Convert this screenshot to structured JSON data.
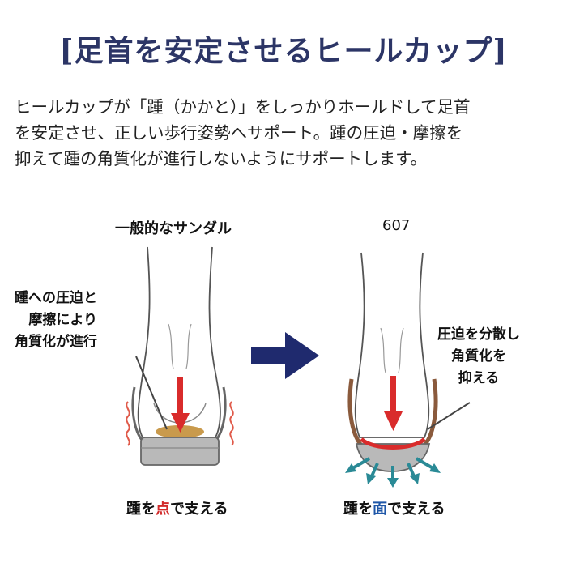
{
  "title": "[足首を安定させるヒールカップ]",
  "description": [
    "ヒールカップが「踵（かかと）」をしっかりホールドして足首",
    "を安定させ、正しい歩行姿勢へサポート。踵の圧迫・摩擦を",
    "抑えて踵の角質化が進行しないようにサポートします。"
  ],
  "left_panel": {
    "label": "一般的なサンダル",
    "note": [
      "踵への圧迫と",
      "摩擦により",
      "角質化が進行"
    ],
    "caption_before": "踵を",
    "caption_highlight": "点",
    "caption_after": "で支える"
  },
  "right_panel": {
    "label": "607",
    "note": [
      "圧迫を分散し",
      "角質化を",
      "抑える"
    ],
    "caption_before": "踵を",
    "caption_highlight": "面",
    "caption_after": "で支える"
  },
  "colors": {
    "title": "#2c3566",
    "arrow_main": "#1f2a6e",
    "pressure_arrow": "#d92b2b",
    "spread_arrows": "#2a8a96",
    "heel_cup": "#8a5a3c",
    "sole": "#b9b9b9"
  },
  "icons": [
    "right-arrow-icon",
    "pressure-down-arrow-icon",
    "spread-arrows-icon",
    "friction-wave-icon"
  ]
}
